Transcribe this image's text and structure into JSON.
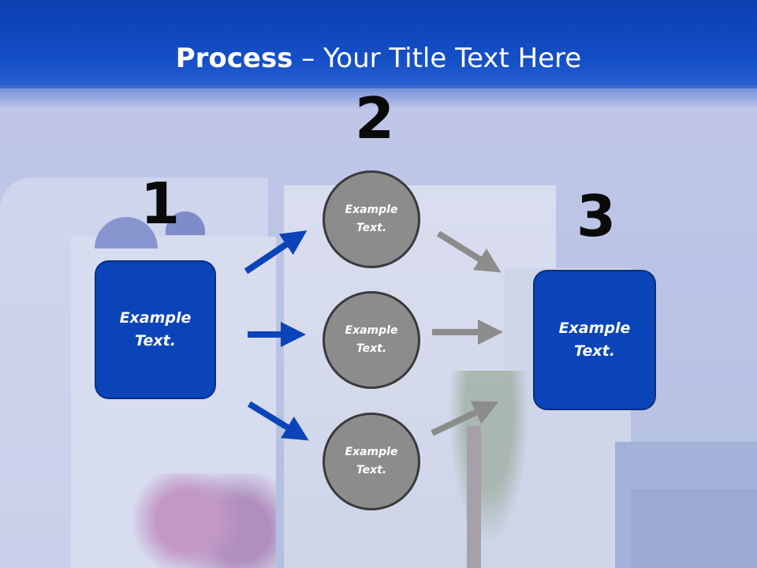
{
  "slide": {
    "title_bold": "Process",
    "title_rest": " – Your Title Text Here",
    "numbers": [
      "1",
      "2",
      "3"
    ],
    "box_left": {
      "line1": "Example",
      "line2": "Text."
    },
    "box_right": {
      "line1": "Example",
      "line2": "Text."
    },
    "circles": [
      {
        "line1": "Example",
        "line2": "Text."
      },
      {
        "line1": "Example",
        "line2": "Text."
      },
      {
        "line1": "Example",
        "line2": "Text."
      }
    ]
  },
  "colors": {
    "header": "#1550c8",
    "box_fill": "#0a44b8",
    "circle_fill": "#8c8c8c",
    "arrow_blue": "#0a44b8",
    "arrow_gray": "#8c8c8c"
  }
}
